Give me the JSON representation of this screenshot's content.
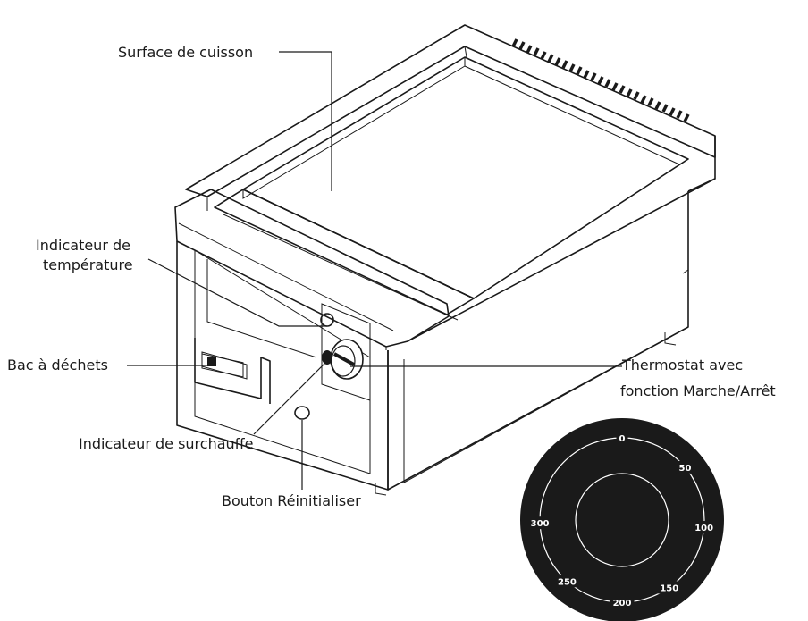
{
  "callouts": {
    "cooking_surface": "Surface de cuisson",
    "temperature_indicator_line1": "Indicateur de",
    "temperature_indicator_line2": "température",
    "waste_tray": "Bac à déchets",
    "thermostat_line1": "Thermostat avec",
    "thermostat_line2": "fonction Marche/Arrêt",
    "overheat_indicator": "Indicateur de surchauffe",
    "reset_button": "Bouton Réinitialiser"
  },
  "thermostat_dial": {
    "scale_labels": [
      "0",
      "50",
      "100",
      "150",
      "200",
      "250",
      "300"
    ],
    "face_color": "#1a1a1a",
    "marking_color": "#ffffff"
  },
  "colors": {
    "line": "#1a1a1a",
    "background": "#ffffff"
  }
}
